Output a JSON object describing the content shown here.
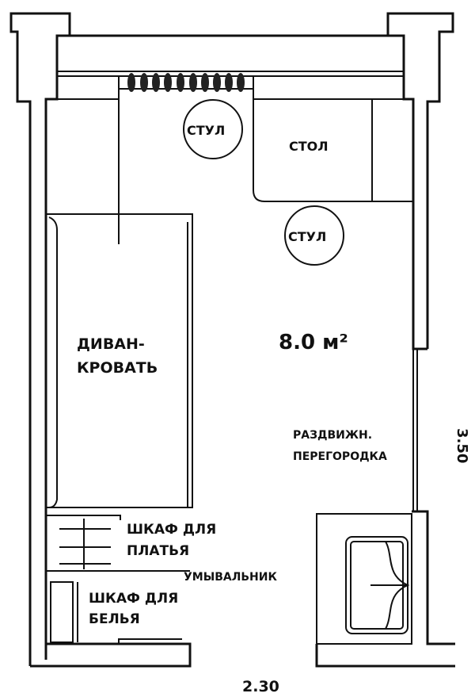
{
  "plan": {
    "chair_1": "СТУЛ",
    "table": "СТОЛ",
    "chair_2": "СТУЛ",
    "sofa_line1": "ДИВАН-",
    "sofa_line2": "КРОВАТЬ",
    "area": "8.0 м²",
    "partition_line1": "РАЗДВИЖН.",
    "partition_line2": "ПЕРЕГОРОДКА",
    "dress_wardrobe_line1": "ШКАФ ДЛЯ",
    "dress_wardrobe_line2": "ПЛАТЬЯ",
    "washbasin": "УМЫВАЛЬНИК",
    "linen_wardrobe_line1": "ШКАФ ДЛЯ",
    "linen_wardrobe_line2": "БЕЛЬЯ",
    "dim_depth": "3.50",
    "dim_width": "2.30"
  }
}
